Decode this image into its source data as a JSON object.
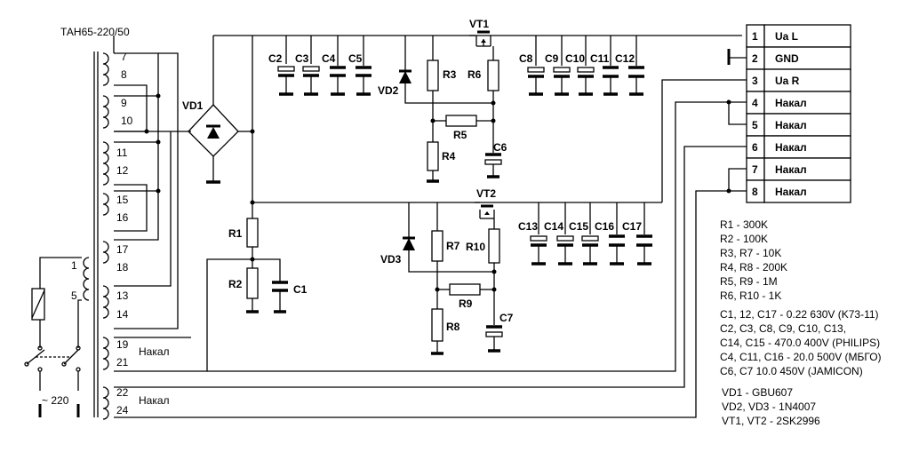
{
  "transformer": {
    "name": "ТАН65-220/50",
    "pins_secondary": [
      "7",
      "8",
      "9",
      "10",
      "11",
      "12",
      "15",
      "16",
      "17",
      "18",
      "13",
      "14",
      "19",
      "21",
      "22",
      "24"
    ],
    "pins_primary": [
      "1",
      "5"
    ],
    "winding_labels": [
      "Накал",
      "Накал"
    ]
  },
  "mains_label": "~ 220",
  "components": {
    "VD1": "VD1",
    "VD2": "VD2",
    "VD3": "VD3",
    "VT1": "VT1",
    "VT2": "VT2",
    "R1": "R1",
    "R2": "R2",
    "R3": "R3",
    "R4": "R4",
    "R5": "R5",
    "R6": "R6",
    "R7": "R7",
    "R8": "R8",
    "R9": "R9",
    "R10": "R10",
    "C1": "C1",
    "C2": "C2",
    "C3": "C3",
    "C4": "C4",
    "C5": "C5",
    "C6": "C6",
    "C7": "C7",
    "C8": "C8",
    "C9": "C9",
    "C10": "C10",
    "C11": "C11",
    "C12": "C12",
    "C13": "C13",
    "C14": "C14",
    "C15": "C15",
    "C16": "C16",
    "C17": "C17"
  },
  "connector": [
    {
      "pin": "1",
      "label": "Ua L"
    },
    {
      "pin": "2",
      "label": "GND"
    },
    {
      "pin": "3",
      "label": "Ua R"
    },
    {
      "pin": "4",
      "label": "Накал"
    },
    {
      "pin": "5",
      "label": "Накал"
    },
    {
      "pin": "6",
      "label": "Накал"
    },
    {
      "pin": "7",
      "label": "Накал"
    },
    {
      "pin": "8",
      "label": "Накал"
    }
  ],
  "parts_list": [
    "R1 - 300K",
    "R2 - 100K",
    "R3, R7 - 10K",
    "R4, R8 - 200K",
    "R5, R9 - 1M",
    "R6, R10 - 1K",
    "C1, 12, C17 - 0.22 630V (K73-11)",
    "C2, C3, C8, C9, C10, C13,",
    "C14, C15 - 470.0 400V (PHILIPS)",
    "C4, C11, C16 - 20.0 500V (МБГО)",
    "C6, C7 10.0 450V (JAMICON)",
    "VD1 - GBU607",
    "VD2, VD3 - 1N4007",
    "VT1, VT2 - 2SK2996"
  ]
}
